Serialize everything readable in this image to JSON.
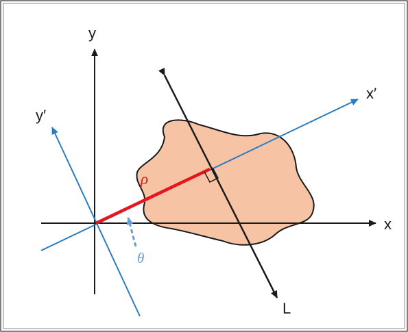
{
  "labels": {
    "x_axis": "x",
    "y_axis": "y",
    "x_prime": "x′",
    "y_prime": "y′",
    "line_L": "L",
    "rho": "ρ",
    "theta": "θ"
  },
  "colors": {
    "axes": "#1a1a1a",
    "rotated_axes": "#2b7bbf",
    "rho_segment": "#e8161b",
    "rho_label": "#e8161b",
    "theta_arrow": "#6a9cd4",
    "region_fill": "#f6c4a5",
    "region_stroke": "#1a1a1a",
    "frame": "#555555"
  }
}
